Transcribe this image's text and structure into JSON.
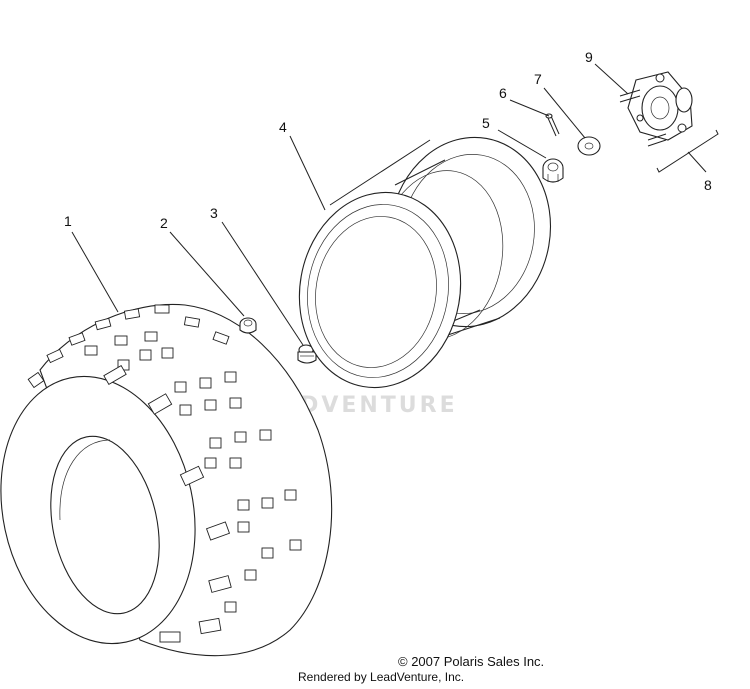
{
  "callouts": {
    "c1": "1",
    "c2": "2",
    "c3": "3",
    "c4": "4",
    "c5": "5",
    "c6": "6",
    "c7": "7",
    "c8": "8",
    "c9": "9"
  },
  "watermark": "LEADVENTURE",
  "copyright": "© 2007 Polaris Sales Inc.",
  "rendered_by": "Rendered by LeadVenture, Inc."
}
